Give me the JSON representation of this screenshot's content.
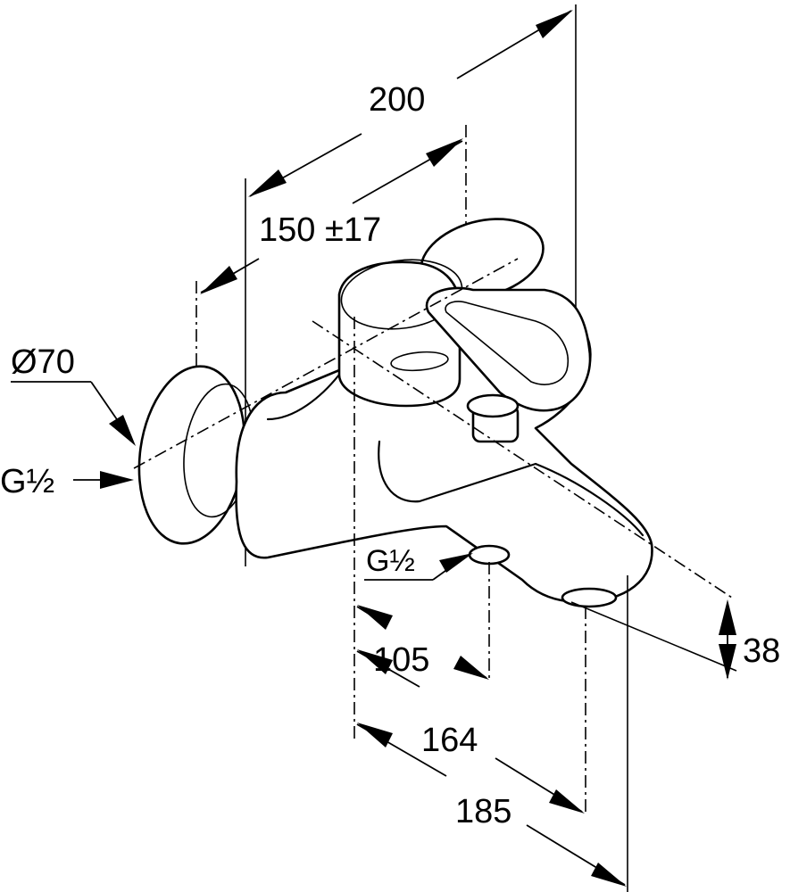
{
  "dimensions": {
    "overall_length": "200",
    "wall_to_centre": "150 ±17",
    "flange_diameter": "Ø70",
    "wall_connection": "G½",
    "outlet_connection": "G½",
    "outlet_offset": "105",
    "spout_reach": "164",
    "total_reach": "185",
    "spout_height": "38"
  }
}
